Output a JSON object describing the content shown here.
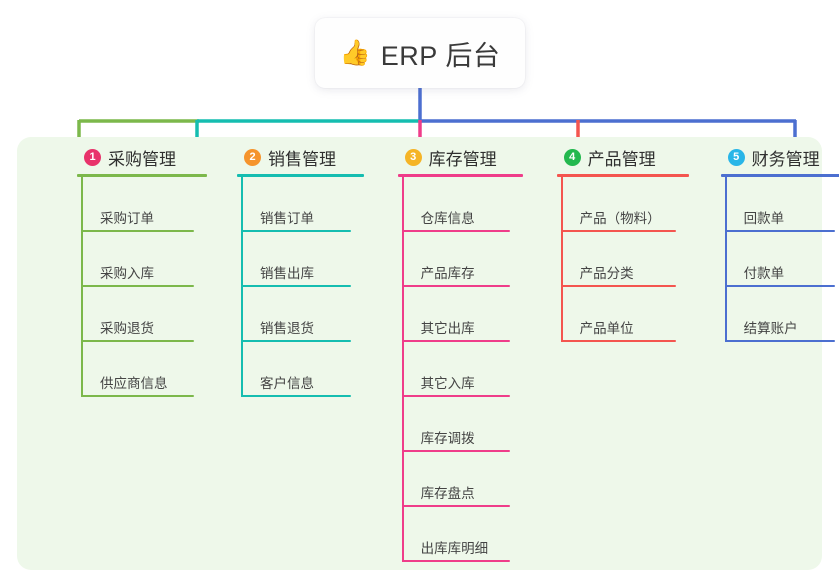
{
  "diagram": {
    "type": "mind-map",
    "root": {
      "icon": "thumbs-up-icon",
      "icon_glyph": "👍",
      "title": "ERP 后台"
    },
    "panel_color": "#eef8ea",
    "branches": [
      {
        "index": "1",
        "title": "采购管理",
        "badge_color": "#e8336b",
        "line_color": "#7cb84b",
        "items": [
          "采购订单",
          "采购入库",
          "采购退货",
          "供应商信息"
        ]
      },
      {
        "index": "2",
        "title": "销售管理",
        "badge_color": "#f5942c",
        "line_color": "#15bdb0",
        "items": [
          "销售订单",
          "销售出库",
          "销售退货",
          "客户信息"
        ]
      },
      {
        "index": "3",
        "title": "库存管理",
        "badge_color": "#f5b426",
        "line_color": "#ef3d8a",
        "items": [
          "仓库信息",
          "产品库存",
          "其它出库",
          "其它入库",
          "库存调拨",
          "库存盘点",
          "出库库明细"
        ]
      },
      {
        "index": "4",
        "title": "产品管理",
        "badge_color": "#23b84e",
        "line_color": "#f4554f",
        "items": [
          "产品（物料）",
          "产品分类",
          "产品单位"
        ]
      },
      {
        "index": "5",
        "title": "财务管理",
        "badge_color": "#29b6e8",
        "line_color": "#4c6fd0",
        "items": [
          "回款单",
          "付款单",
          "结算账户"
        ]
      }
    ]
  }
}
